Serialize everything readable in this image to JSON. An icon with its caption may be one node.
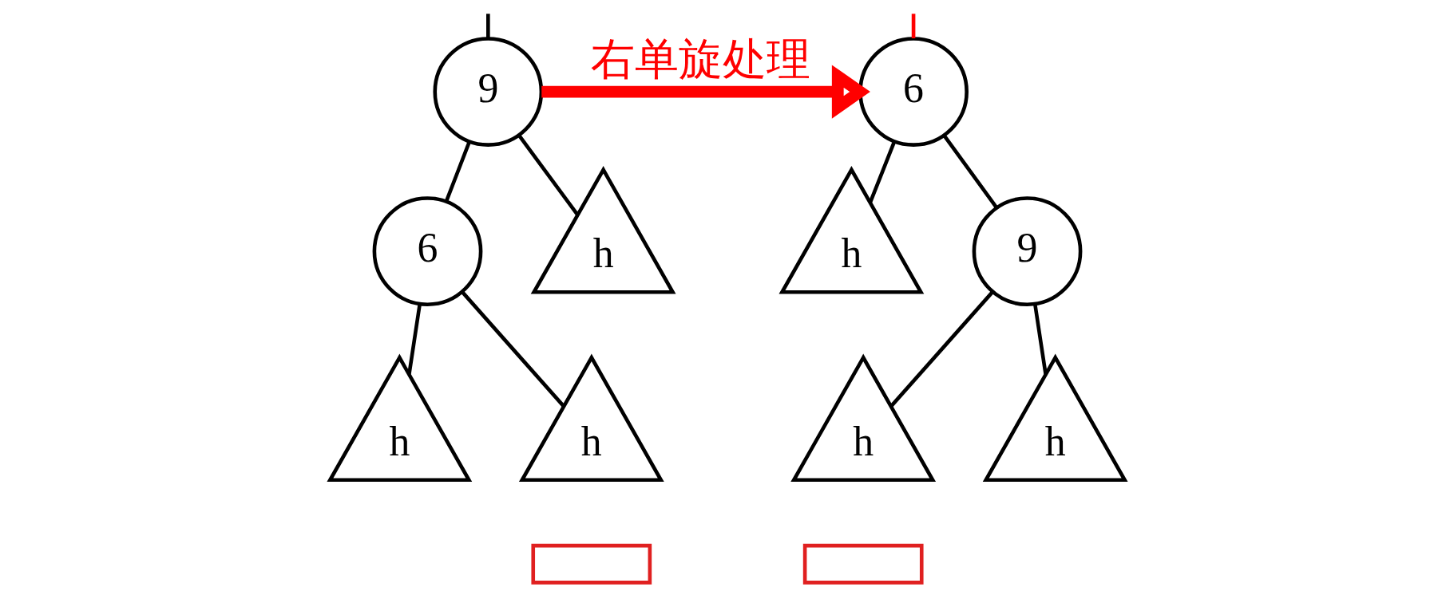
{
  "diagram": {
    "nodes": [
      {
        "text": [
          "9"
        ]
      },
      {
        "text": [
          "6"
        ]
      },
      {
        "text": [
          "h"
        ]
      },
      {
        "text": [
          "h"
        ]
      },
      {
        "text": [
          "h"
        ]
      },
      {
        "text": [],
        "shape": "box"
      },
      {
        "text": [
          "6"
        ]
      },
      {
        "text": [
          "h"
        ]
      },
      {
        "text": [
          "9"
        ]
      },
      {
        "text": [
          "h"
        ]
      },
      {
        "text": [
          "h"
        ]
      },
      {
        "text": [],
        "shape": "box"
      }
    ],
    "edges": [
      {
        "from": null,
        "to": 0,
        "arrow": "none"
      },
      {
        "from": 0,
        "to": 1,
        "arrow": "none"
      },
      {
        "from": 0,
        "to": 2,
        "arrow": "none"
      },
      {
        "from": 1,
        "to": 3,
        "arrow": "none"
      },
      {
        "from": 1,
        "to": 4,
        "arrow": "none"
      },
      {
        "from": 0,
        "to": 6,
        "arrow": "to",
        "label": "右单旋处理",
        "style": "thick",
        "color": "#ff0000"
      },
      {
        "from": null,
        "to": 6,
        "arrow": "none",
        "color": "#ff0000"
      },
      {
        "from": 6,
        "to": 7,
        "arrow": "none"
      },
      {
        "from": 6,
        "to": 8,
        "arrow": "none"
      },
      {
        "from": 8,
        "to": 9,
        "arrow": "none"
      },
      {
        "from": 8,
        "to": 10,
        "arrow": "none"
      }
    ]
  }
}
